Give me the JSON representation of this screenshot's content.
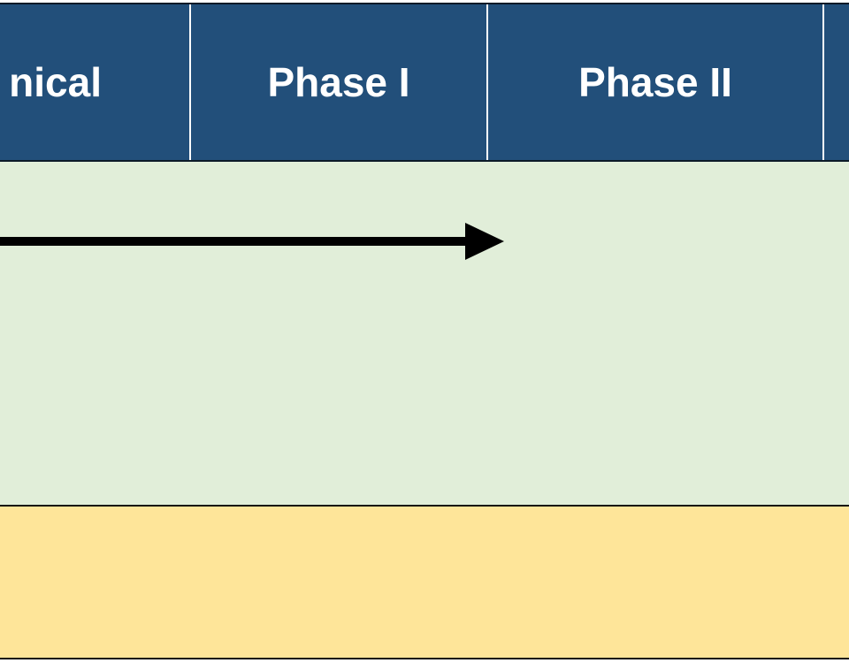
{
  "header": {
    "columns": [
      {
        "label": "nical"
      },
      {
        "label": "Phase I"
      },
      {
        "label": "Phase II"
      }
    ]
  },
  "colors": {
    "header_background": "#224f7a",
    "header_text": "#ffffff",
    "green_band": "#e1eed9",
    "yellow_band": "#fee599",
    "arrow": "#000000"
  }
}
